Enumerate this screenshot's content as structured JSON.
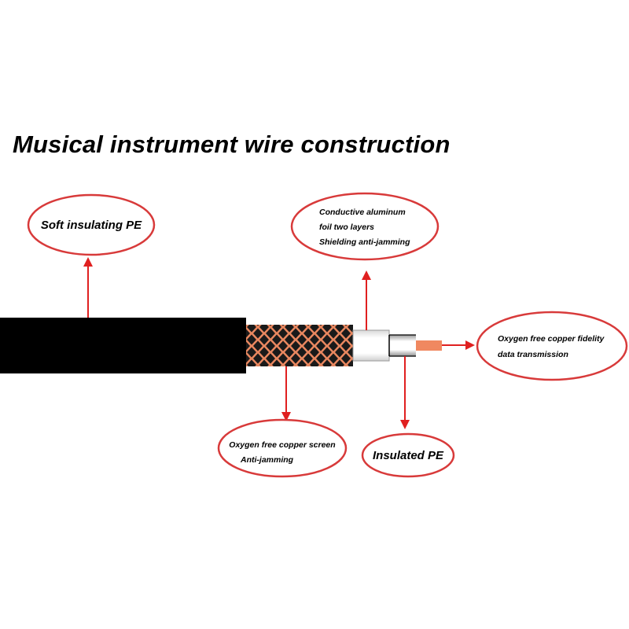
{
  "title": "Musical instrument wire construction",
  "colors": {
    "jacket": "#000000",
    "braid": "#e9875f",
    "braid_mesh": "#1a1a1a",
    "foil": "#ffffff",
    "inner_core": "#f08860",
    "arrow": "#e02020",
    "callout_border": "#d83a3a"
  },
  "callouts": {
    "soft_pe": {
      "lines": [
        "Soft insulating PE"
      ]
    },
    "aluminum_foil": {
      "lines": [
        "Conductive aluminum",
        "foil two layers",
        "Shielding anti-jamming"
      ]
    },
    "copper_conductor": {
      "lines": [
        "Oxygen free copper fidelity",
        "data transmission"
      ]
    },
    "copper_screen": {
      "lines": [
        "Oxygen free copper screen",
        "Anti-jamming"
      ]
    },
    "insulated_pe": {
      "lines": [
        "Insulated PE"
      ]
    }
  }
}
